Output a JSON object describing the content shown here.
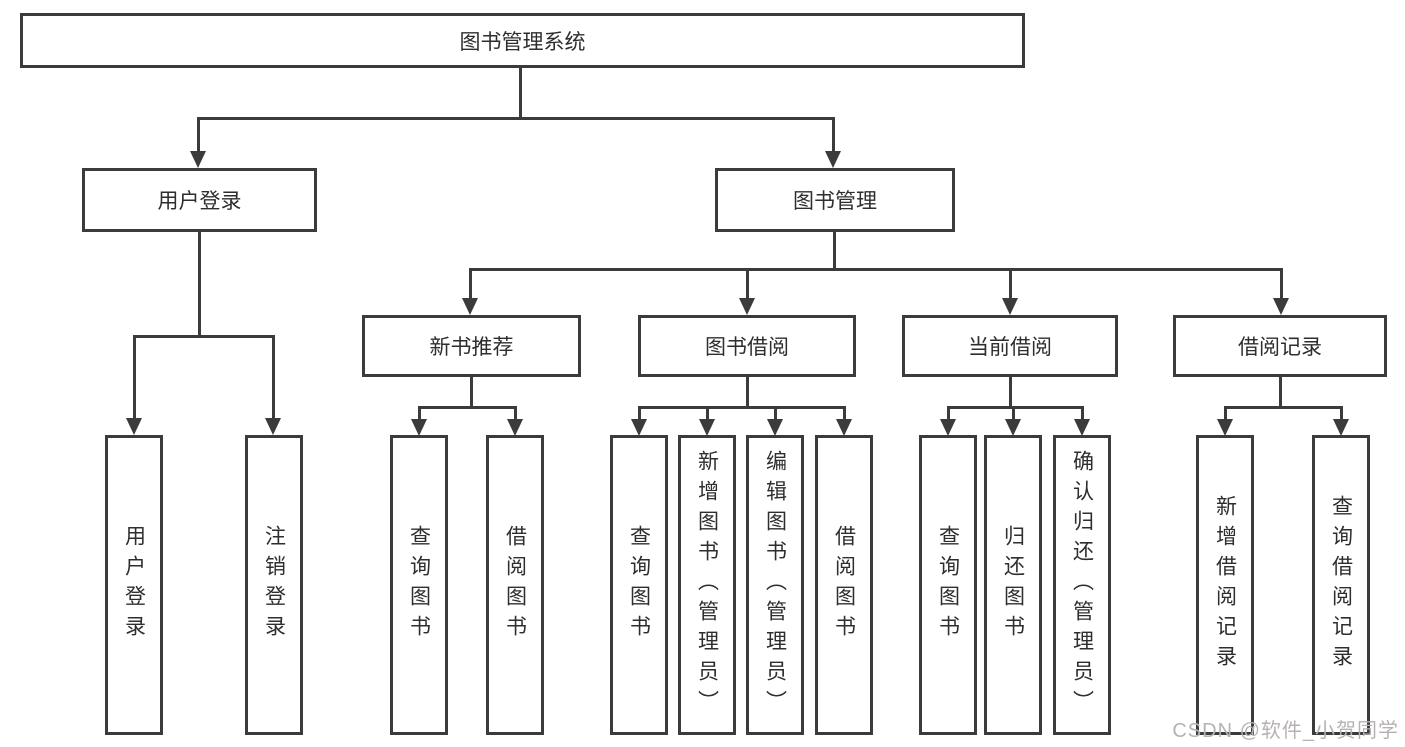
{
  "title": "图书管理系统",
  "watermark": "CSDN @软件_小贺同学",
  "colors": {
    "line": "#3b3b3b",
    "text": "#2e2e2e",
    "watermark": "#b7b2b2",
    "background": "#ffffff"
  },
  "diagram_type": "hierarchy-tree",
  "tree": {
    "root": {
      "label": "图书管理系统"
    },
    "branches": [
      {
        "label": "用户登录",
        "children": [
          {
            "label": "用户登录"
          },
          {
            "label": "注销登录"
          }
        ]
      },
      {
        "label": "图书管理",
        "groups": [
          {
            "label": "新书推荐",
            "children": [
              {
                "label": "查询图书"
              },
              {
                "label": "借阅图书"
              }
            ]
          },
          {
            "label": "图书借阅",
            "children": [
              {
                "label": "查询图书"
              },
              {
                "label": "新增图书（管理员）"
              },
              {
                "label": "编辑图书（管理员）"
              },
              {
                "label": "借阅图书"
              }
            ]
          },
          {
            "label": "当前借阅",
            "children": [
              {
                "label": "查询图书"
              },
              {
                "label": "归还图书"
              },
              {
                "label": "确认归还（管理员）"
              }
            ]
          },
          {
            "label": "借阅记录",
            "children": [
              {
                "label": "新增借阅记录"
              },
              {
                "label": "查询借阅记录"
              }
            ]
          }
        ]
      }
    ]
  }
}
